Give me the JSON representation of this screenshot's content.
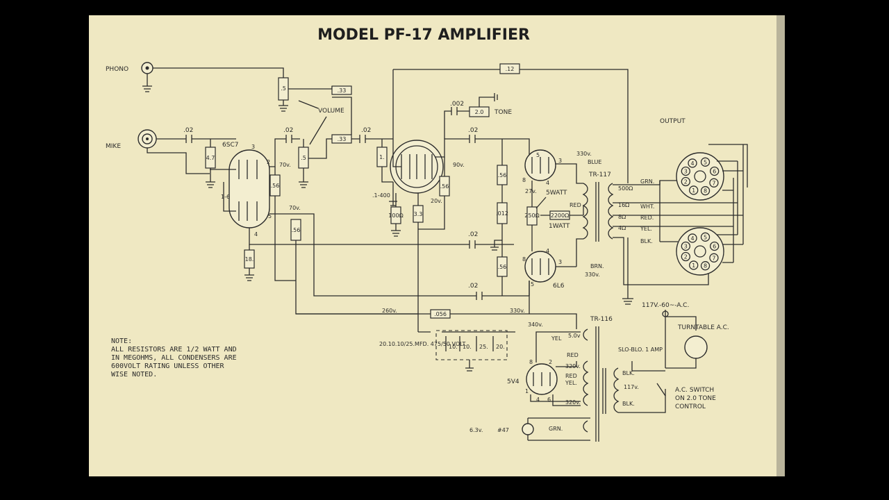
{
  "title": "MODEL PF-17 AMPLIFIER",
  "inputs": {
    "phono": "PHONO",
    "mike": "MIKE"
  },
  "controls": {
    "volume": "VOLUME",
    "tone": "TONE",
    "output": "OUTPUT"
  },
  "components": {
    "c_in": ".02",
    "r_47": "4.7",
    "tube_6sc7": "6SC7",
    "c_02a": ".02",
    "r_5a": ".5",
    "r_5vol": ".5",
    "r_33a": ".33",
    "r_33b": ".33",
    "c_02b": ".02",
    "r_1": "1.",
    "c_002": ".002",
    "r_20": "2.0",
    "c_02c": ".02",
    "r_12": ".12",
    "r_56a": ".56",
    "r_56b": ".56",
    "r_56c": ".56",
    "r_56d": ".56",
    "r_56e": ".56",
    "r_012": ".012",
    "r_100": "100Ω",
    "r_33c": "3.3",
    "c_1_400": ".1-400",
    "r_250": "250Ω",
    "r_2200": "2200Ω",
    "watt5": "5WATT",
    "watt1": "1WATT",
    "r_18": "18.",
    "c_02d": ".02",
    "c_02e": ".02",
    "r_056": ".056",
    "tube_6l6": "6L6",
    "tube_5v4": "5V4",
    "lamp": "#47",
    "caps": "20.10.10/25.MFD. 475/50 VOLT.",
    "cap10a": "10.",
    "cap10b": "10.",
    "cap25": "25.",
    "cap20": "20."
  },
  "voltages": {
    "v70a": "70v.",
    "v70b": "70v.",
    "v90": "90v.",
    "v20": "20v.",
    "v27": "27v.",
    "v330a": "330v.",
    "v330b": "330v.",
    "v330c": "330v.",
    "v260": "260v.",
    "v340": "340v.",
    "v50": "5.0v",
    "v320a": "320v.",
    "v320b": "320v.",
    "v63": "6.3v.",
    "v117": "117v."
  },
  "pins": {
    "p3a": "3",
    "p2a": "2",
    "p16": "1-6",
    "p5a": "5",
    "p4a": "4",
    "p5b": "5",
    "p3b": "3",
    "p4b": "4",
    "p8a": "8",
    "p8b": "8",
    "p3c": "3",
    "p5c": "5",
    "p4c": "4",
    "p8c": "8",
    "p2c": "2",
    "p4d": "4",
    "p6c": "6",
    "p1c": "1"
  },
  "transformers": {
    "tr117": "TR-117",
    "tr116": "TR-116",
    "taps": [
      "500Ω",
      "16Ω",
      "8Ω",
      "4Ω"
    ],
    "tap_colors": [
      "GRN.",
      "WHT.",
      "RED.",
      "YEL.",
      "BLK."
    ],
    "blue": "BLUE",
    "red": "RED",
    "brn": "BRN.",
    "yel": "YEL",
    "red2": "RED",
    "red3": "RED",
    "yel2": "YEL.",
    "grn": "GRN."
  },
  "power": {
    "mains": "117V.-60~-A.C.",
    "turntable": "TURNTABLE A.C.",
    "fuse": "SLO-BLO. 1 AMP",
    "blk1": "BLK.",
    "blk2": "BLK.",
    "switch1": "A.C. SWITCH",
    "switch2": "ON 2.0 TONE",
    "switch3": "CONTROL"
  },
  "socket_pins": [
    "5",
    "6",
    "7",
    "4",
    "3",
    "2",
    "1",
    "8"
  ],
  "note_lines": [
    "NOTE:",
    "ALL RESISTORS ARE 1/2 WATT AND",
    "IN MEGOHMS, ALL CONDENSERS ARE",
    "600VOLT RATING UNLESS OTHER",
    "WISE NOTED."
  ]
}
